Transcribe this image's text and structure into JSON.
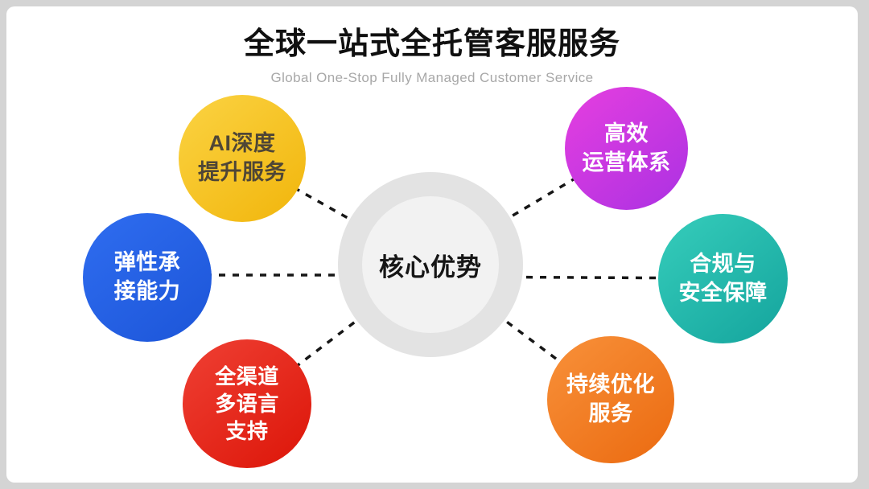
{
  "header": {
    "title": "全球一站式全托管客服服务",
    "subtitle": "Global One-Stop Fully Managed Customer Service"
  },
  "center_circle": {
    "label": "核心优势"
  },
  "circles": [
    {
      "name": "ai-deep-service",
      "lines": [
        "AI深度",
        "提升服务"
      ],
      "gradient_start": "#FBD343",
      "gradient_end": "#F1B50B",
      "text_color": "#4F4636"
    },
    {
      "name": "elastic-capacity",
      "lines": [
        "弹性承",
        "接能力"
      ],
      "gradient_start": "#2F6DF0",
      "gradient_end": "#1C55D8",
      "text_color": "#FFFFFF"
    },
    {
      "name": "omnichannel-support",
      "lines": [
        "全渠道",
        "多语言",
        "支持"
      ],
      "gradient_start": "#EF4034",
      "gradient_end": "#DC1508",
      "text_color": "#FFFFFF"
    },
    {
      "name": "efficient-operations",
      "lines": [
        "高效",
        "运营体系"
      ],
      "gradient_start": "#E63FE0",
      "gradient_end": "#AB31E2",
      "text_color": "#FFFFFF"
    },
    {
      "name": "compliance-security",
      "lines": [
        "合规与",
        "安全保障"
      ],
      "gradient_start": "#36CDBB",
      "gradient_end": "#14A49D",
      "text_color": "#FFFFFF"
    },
    {
      "name": "continuous-optimization",
      "lines": [
        "持续优化",
        "服务"
      ],
      "gradient_start": "#F8913A",
      "gradient_end": "#EB6A10",
      "text_color": "#FFFFFF"
    }
  ],
  "style": {
    "connector_color": "#161616",
    "center_ring_color": "#E3E3E3",
    "center_fill_color": "#F2F2F2",
    "frame_color": "#D4D4D4"
  }
}
